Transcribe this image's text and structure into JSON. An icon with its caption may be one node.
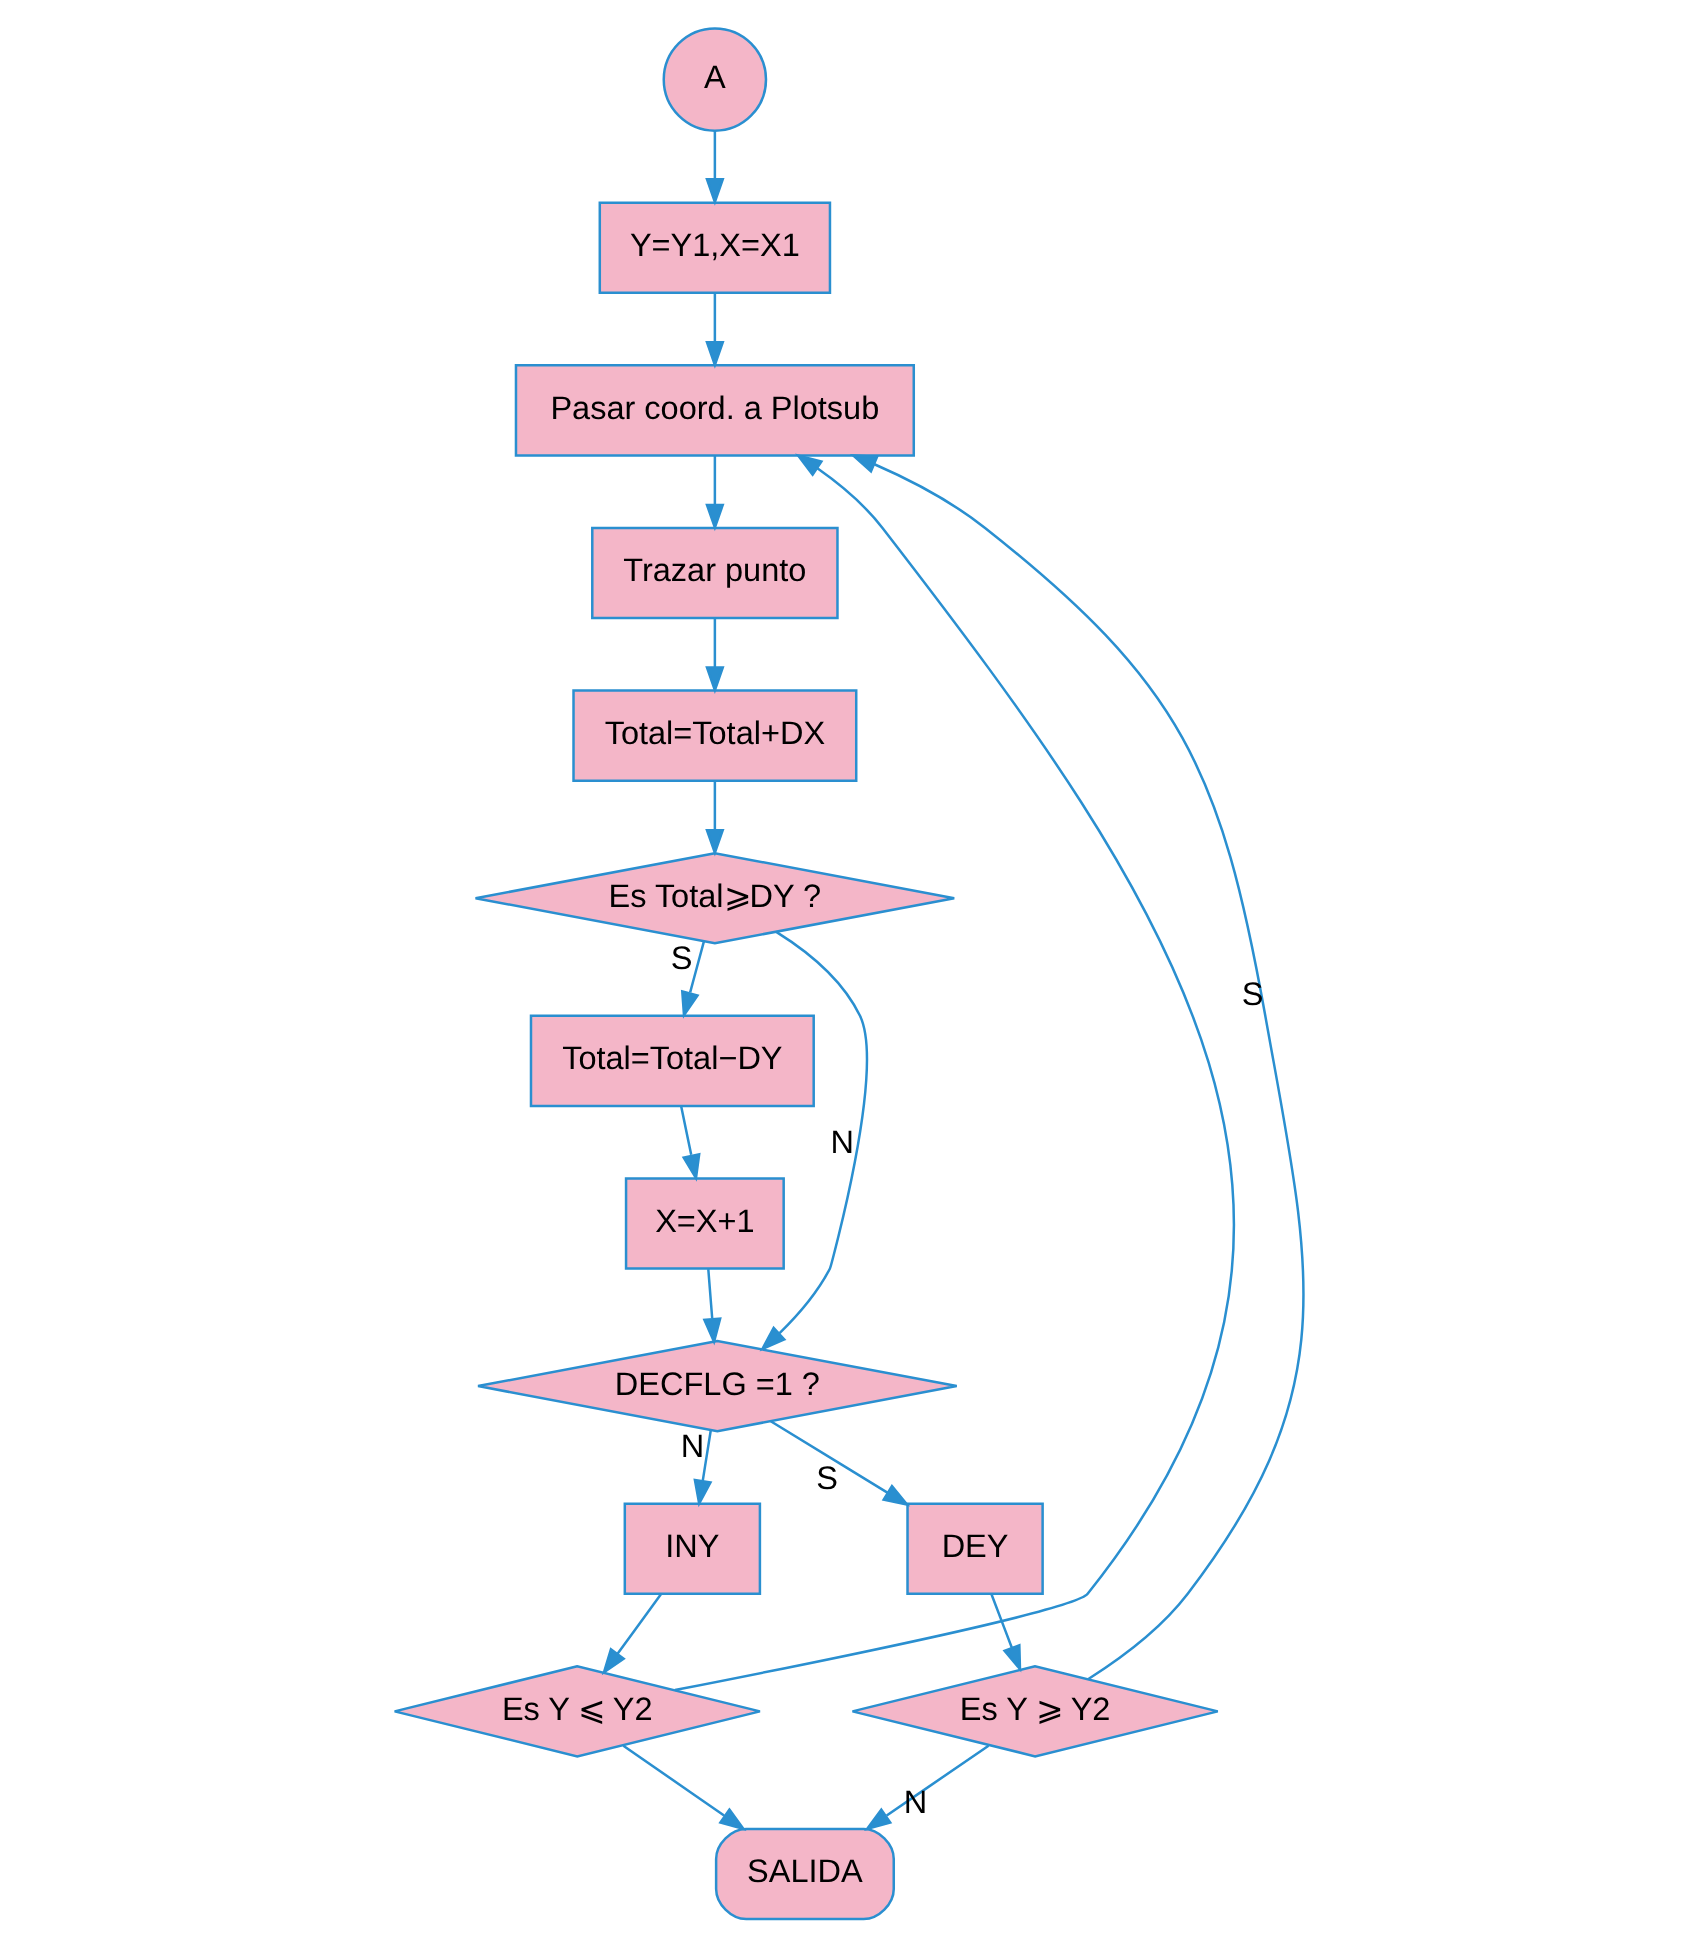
{
  "diagram": {
    "nodes": [
      {
        "text": [
          "A"
        ]
      },
      {
        "text": [
          "Y=Y1,X=X1"
        ]
      },
      {
        "text": [
          "Pasar coord. a Plotsub"
        ]
      },
      {
        "text": [
          "Trazar punto"
        ]
      },
      {
        "text": [
          "Total=Total+DX"
        ]
      },
      {
        "text": [
          "Es Total⩾DY ?"
        ]
      },
      {
        "text": [
          "Total=Total−DY"
        ]
      },
      {
        "text": [
          "X=X+1"
        ]
      },
      {
        "text": [
          "DECFLG =1 ?"
        ]
      },
      {
        "text": [
          "INY"
        ]
      },
      {
        "text": [
          "DEY"
        ]
      },
      {
        "text": [
          "Es Y ⩽ Y2"
        ]
      },
      {
        "text": [
          "Es Y ⩾ Y2"
        ]
      },
      {
        "text": [
          "SALIDA"
        ]
      }
    ],
    "edges": [
      {
        "from": 0,
        "to": 1,
        "arrow": "to"
      },
      {
        "from": 1,
        "to": 2,
        "arrow": "to"
      },
      {
        "from": 2,
        "to": 3,
        "arrow": "to"
      },
      {
        "from": 3,
        "to": 4,
        "arrow": "to"
      },
      {
        "from": 4,
        "to": 5,
        "arrow": "to"
      },
      {
        "from": 5,
        "to": 6,
        "arrow": "to",
        "label": "S"
      },
      {
        "from": 6,
        "to": 7,
        "arrow": "to"
      },
      {
        "from": 7,
        "to": 8,
        "arrow": "to"
      },
      {
        "from": 5,
        "to": 8,
        "arrow": "to",
        "label": "N"
      },
      {
        "from": 8,
        "to": 9,
        "arrow": "to",
        "label": "N"
      },
      {
        "from": 8,
        "to": 10,
        "arrow": "to",
        "label": "S"
      },
      {
        "from": 9,
        "to": 11,
        "arrow": "to"
      },
      {
        "from": 10,
        "to": 12,
        "arrow": "to"
      },
      {
        "from": 11,
        "to": 2,
        "arrow": "to"
      },
      {
        "from": 12,
        "to": 2,
        "arrow": "to",
        "label": "S"
      },
      {
        "from": 11,
        "to": 13,
        "arrow": "to"
      },
      {
        "from": 12,
        "to": 13,
        "arrow": "to",
        "label": "N"
      }
    ]
  }
}
